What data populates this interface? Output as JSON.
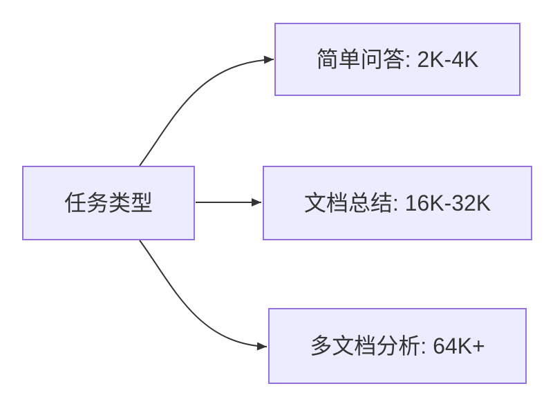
{
  "diagram": {
    "type": "flowchart",
    "direction": "left-to-right",
    "root": {
      "id": "task-type",
      "label": "任务类型"
    },
    "branches": [
      {
        "id": "simple-qa",
        "label": "简单问答: 2K-4K"
      },
      {
        "id": "doc-summary",
        "label": "文档总结: 16K-32K"
      },
      {
        "id": "multi-doc-analysis",
        "label": "多文档分析: 64K+"
      }
    ],
    "edges": [
      {
        "from": "task-type",
        "to": "simple-qa"
      },
      {
        "from": "task-type",
        "to": "doc-summary"
      },
      {
        "from": "task-type",
        "to": "multi-doc-analysis"
      }
    ],
    "colors": {
      "node_fill": "#ECECFF",
      "node_border": "#9370DB",
      "edge": "#333333",
      "text": "#333333",
      "background": "#FFFFFF"
    }
  }
}
